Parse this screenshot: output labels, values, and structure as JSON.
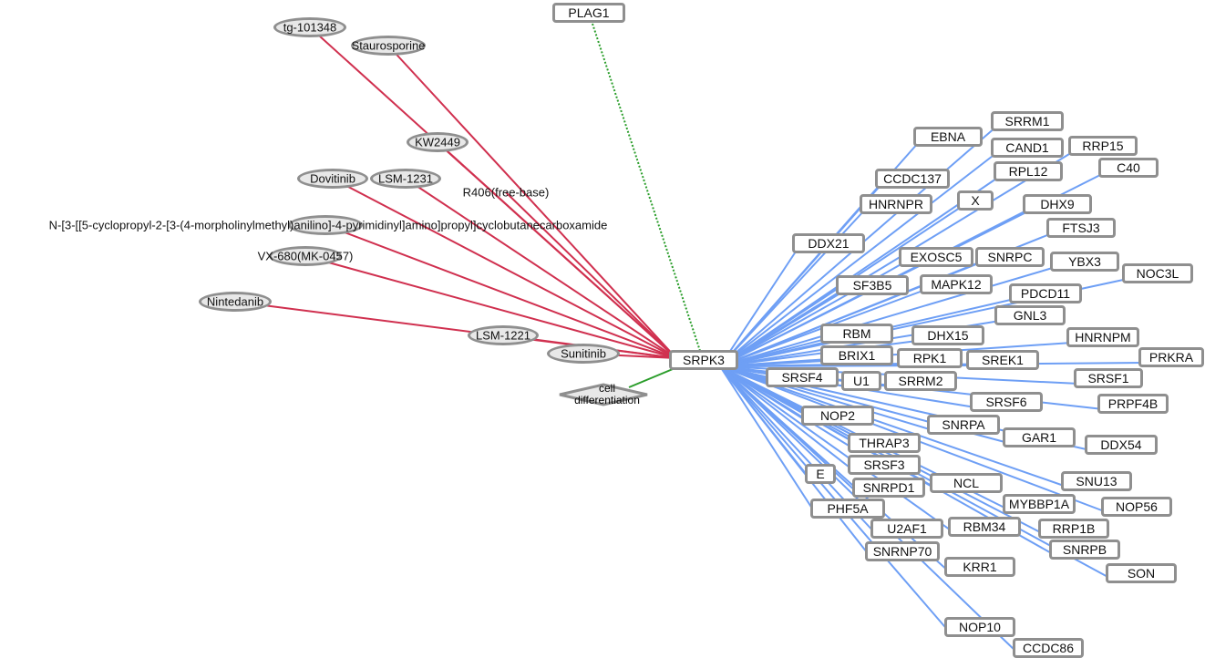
{
  "center": {
    "label": "SRPK3"
  },
  "upstream": {
    "label": "PLAG1"
  },
  "process": {
    "label_line1": "cell",
    "label_line2": "differentiation"
  },
  "colors": {
    "drug_edge": "#d0304f",
    "gene_edge": "#6e9ff5",
    "upstream_edge": "#2a9d2a",
    "process_edge": "#2a9d2a",
    "node_border": "#8f8f8f"
  },
  "drugs": [
    "tg-101348",
    "Staurosporine",
    "KW2449",
    "Dovitinib",
    "LSM-1231",
    "R406(free-base)",
    "N-[3-[[5-cyclopropyl-2-[3-(4-morpholinylmethyl)anilino]-4-pyrimidinyl]amino]propyl]cyclobutanecarboxamide",
    "VX-680(MK-0457)",
    "Nintedanib",
    "LSM-1221",
    "Sunitinib"
  ],
  "genes": [
    "EBNA",
    "SRRM1",
    "CAND1",
    "RPL12",
    "C40",
    "RRP15",
    "X",
    "CCDC137",
    "HNRNPR",
    "DDX21",
    "DHX9",
    "FTSJ3",
    "EXOSC5",
    "SNRPC",
    "YBX3",
    "NOC3L",
    "SF3B5",
    "MAPK12",
    "PDCD11",
    "GNL3",
    "DHX15",
    "HNRNPM",
    "PRKRA",
    "RBM",
    "SREK1",
    "RPK1",
    "BRIX1",
    "U1",
    "SRSF4",
    "SRRM2",
    "SRSF1",
    "SRSF6",
    "PRPF4B",
    "NOP2",
    "GAR1",
    "SNRPA",
    "DDX54",
    "THRAP3",
    "SRSF3",
    "E",
    "PHF5A",
    "SNRPD1",
    "NCL",
    "RBM34",
    "MYBBP1A",
    "SNU13",
    "NOP56",
    "RRP1B",
    "SNRPB",
    "SON",
    "U2AF1",
    "SNRNP70",
    "KRR1",
    "NOP10",
    "CCDC86"
  ]
}
